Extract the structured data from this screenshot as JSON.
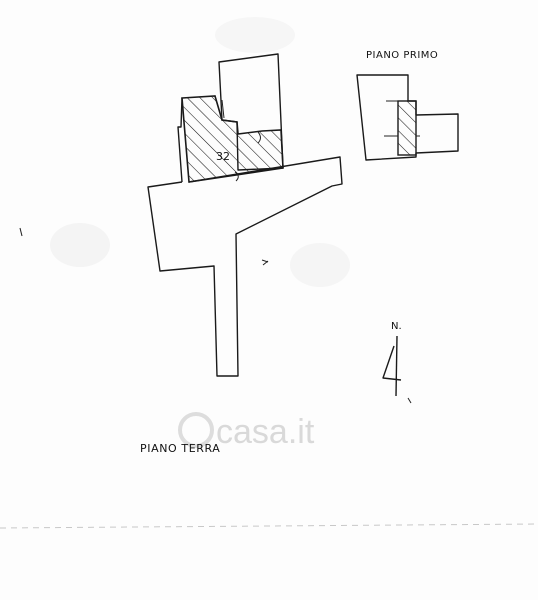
{
  "labels": {
    "ground_floor": "PIANO  TERRA",
    "first_floor": "PIANO PRIMO",
    "unit_number": "32",
    "north": "N."
  },
  "watermark": {
    "text": "casa.it"
  },
  "colors": {
    "ink": "#1a1a1a",
    "paper": "#fdfdfd",
    "watermark": "#d9d9d9"
  }
}
